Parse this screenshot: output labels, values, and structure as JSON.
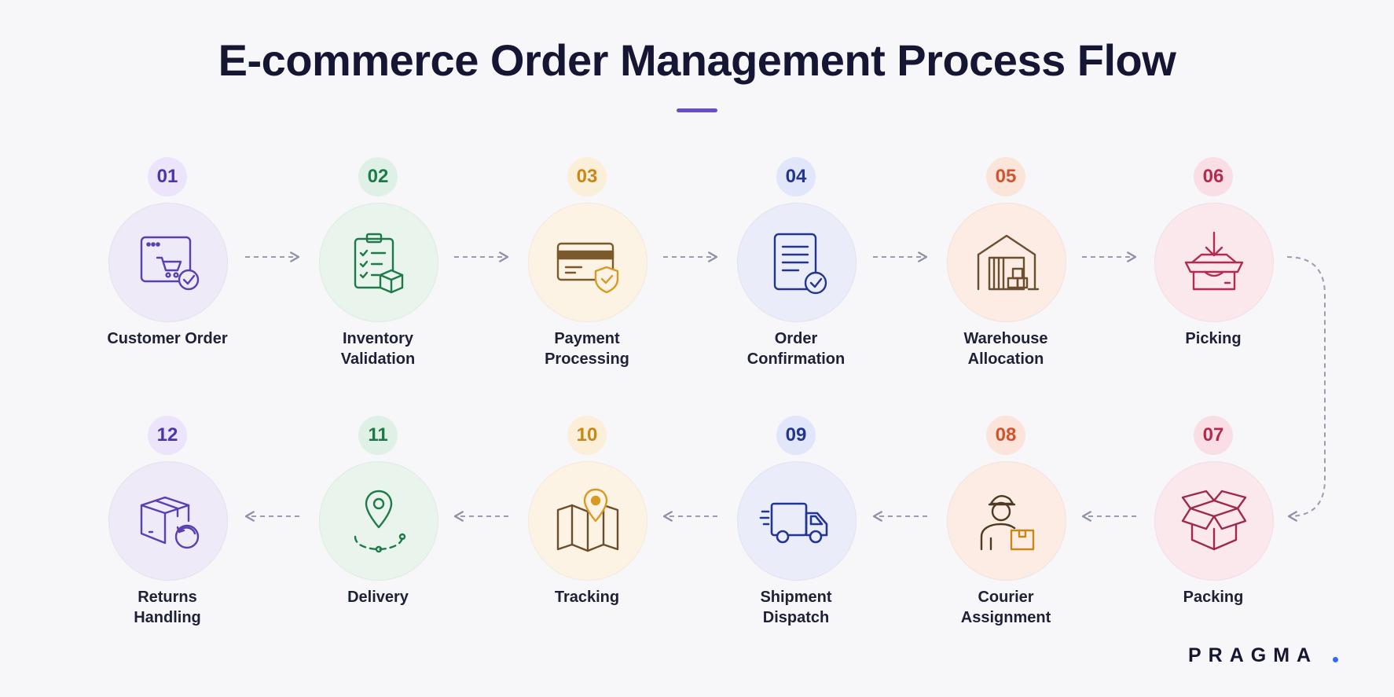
{
  "title": "E-commerce Order Management Process Flow",
  "brand": "PRAGMA",
  "colors": {
    "accent": "#6a4fc4",
    "purple": "#5a3fb0",
    "green": "#1e7a48",
    "orange": "#c98716",
    "blue": "#22358f",
    "coral": "#d2542e",
    "crimson": "#b52b4f",
    "brand_dot": "#2f6df0"
  },
  "steps": [
    {
      "number": "01",
      "line1": "Customer Order",
      "line2": "",
      "icon": "browser-cart-icon"
    },
    {
      "number": "02",
      "line1": "Inventory",
      "line2": "Validation",
      "icon": "clipboard-checklist-box-icon"
    },
    {
      "number": "03",
      "line1": "Payment",
      "line2": "Processing",
      "icon": "credit-card-shield-icon"
    },
    {
      "number": "04",
      "line1": "Order",
      "line2": "Confirmation",
      "icon": "document-check-icon"
    },
    {
      "number": "05",
      "line1": "Warehouse",
      "line2": "Allocation",
      "icon": "warehouse-icon"
    },
    {
      "number": "06",
      "line1": "Picking",
      "line2": "",
      "icon": "box-arrow-down-icon"
    },
    {
      "number": "07",
      "line1": "Packing",
      "line2": "",
      "icon": "open-box-icon"
    },
    {
      "number": "08",
      "line1": "Courier",
      "line2": "Assignment",
      "icon": "courier-person-icon"
    },
    {
      "number": "09",
      "line1": "Shipment",
      "line2": "Dispatch",
      "icon": "delivery-truck-icon"
    },
    {
      "number": "10",
      "line1": "Tracking",
      "line2": "",
      "icon": "map-pin-icon"
    },
    {
      "number": "11",
      "line1": "Delivery",
      "line2": "",
      "icon": "location-route-icon"
    },
    {
      "number": "12",
      "line1": "Returns",
      "line2": "Handling",
      "icon": "box-return-icon"
    }
  ]
}
